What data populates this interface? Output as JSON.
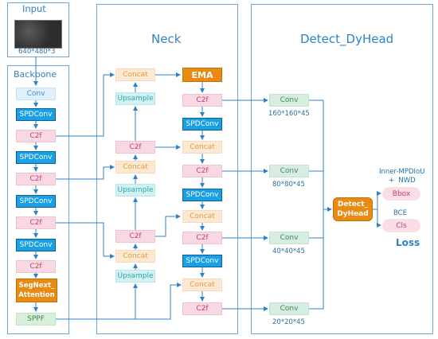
{
  "input": {
    "title": "Input",
    "size": "640*480*3"
  },
  "backbone": {
    "title": "Backbone",
    "blocks": [
      "Conv",
      "SPDConv",
      "C2f",
      "SPDConv",
      "C2f",
      "SPDConv",
      "C2f",
      "SPDConv",
      "C2f",
      "SegNext_\nAttention",
      "SPPF"
    ]
  },
  "neck": {
    "title": "Neck",
    "left": [
      "Concat",
      "Upsample",
      "C2f",
      "Concat",
      "Upsample",
      "C2f",
      "Concat",
      "Upsample"
    ],
    "right": [
      "EMA",
      "C2f",
      "SPDConv",
      "Concat",
      "C2f",
      "SPDConv",
      "Concat",
      "C2f",
      "SPDConv",
      "Concat",
      "C2f"
    ]
  },
  "head": {
    "title": "Detect_DyHead",
    "convs": [
      "Conv",
      "Conv",
      "Conv",
      "Conv"
    ],
    "sizes": [
      "160*160*45",
      "80*80*45",
      "40*40*45",
      "20*20*45"
    ],
    "detect": "Detect_\nDyHead"
  },
  "loss": {
    "box_loss": "Inner-MPDIoU\n+  NWD",
    "bbox": "Bbox",
    "cls_loss": "BCE",
    "cls": "Cls",
    "label": "Loss"
  },
  "colors": {
    "panel_border": "#6aa8dc",
    "arrow": "#2f82c6",
    "spdconv": "#1aa1e4",
    "accent_orange": "#e98a13"
  }
}
